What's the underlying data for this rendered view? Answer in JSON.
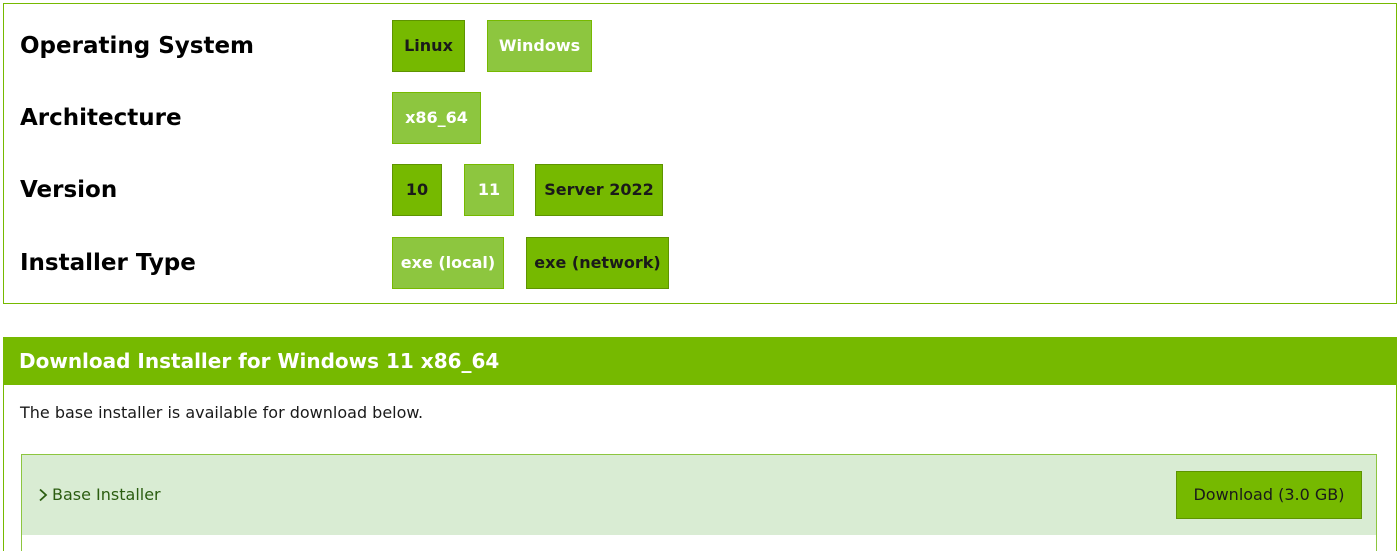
{
  "selector": {
    "rows": [
      {
        "label": "Operating System",
        "options": [
          {
            "label": "Linux",
            "selected": false
          },
          {
            "label": "Windows",
            "selected": true
          }
        ]
      },
      {
        "label": "Architecture",
        "options": [
          {
            "label": "x86_64",
            "selected": true
          }
        ]
      },
      {
        "label": "Version",
        "options": [
          {
            "label": "10",
            "selected": false
          },
          {
            "label": "11",
            "selected": true
          },
          {
            "label": "Server 2022",
            "selected": false
          }
        ]
      },
      {
        "label": "Installer Type",
        "options": [
          {
            "label": "exe (local)",
            "selected": true
          },
          {
            "label": "exe (network)",
            "selected": false
          }
        ]
      }
    ]
  },
  "download": {
    "title": "Download Installer for Windows 11 x86_64",
    "description": "The base installer is available for download below.",
    "installer": {
      "label": "Base Installer",
      "button_label": "Download (3.0 GB)"
    }
  },
  "colors": {
    "accent": "#76b900",
    "selected_option": "#8dc63f",
    "installer_header_bg": "#d9ecd3",
    "installer_label": "#2b5d10"
  },
  "icons": {
    "expand": "chevron-right-icon"
  }
}
